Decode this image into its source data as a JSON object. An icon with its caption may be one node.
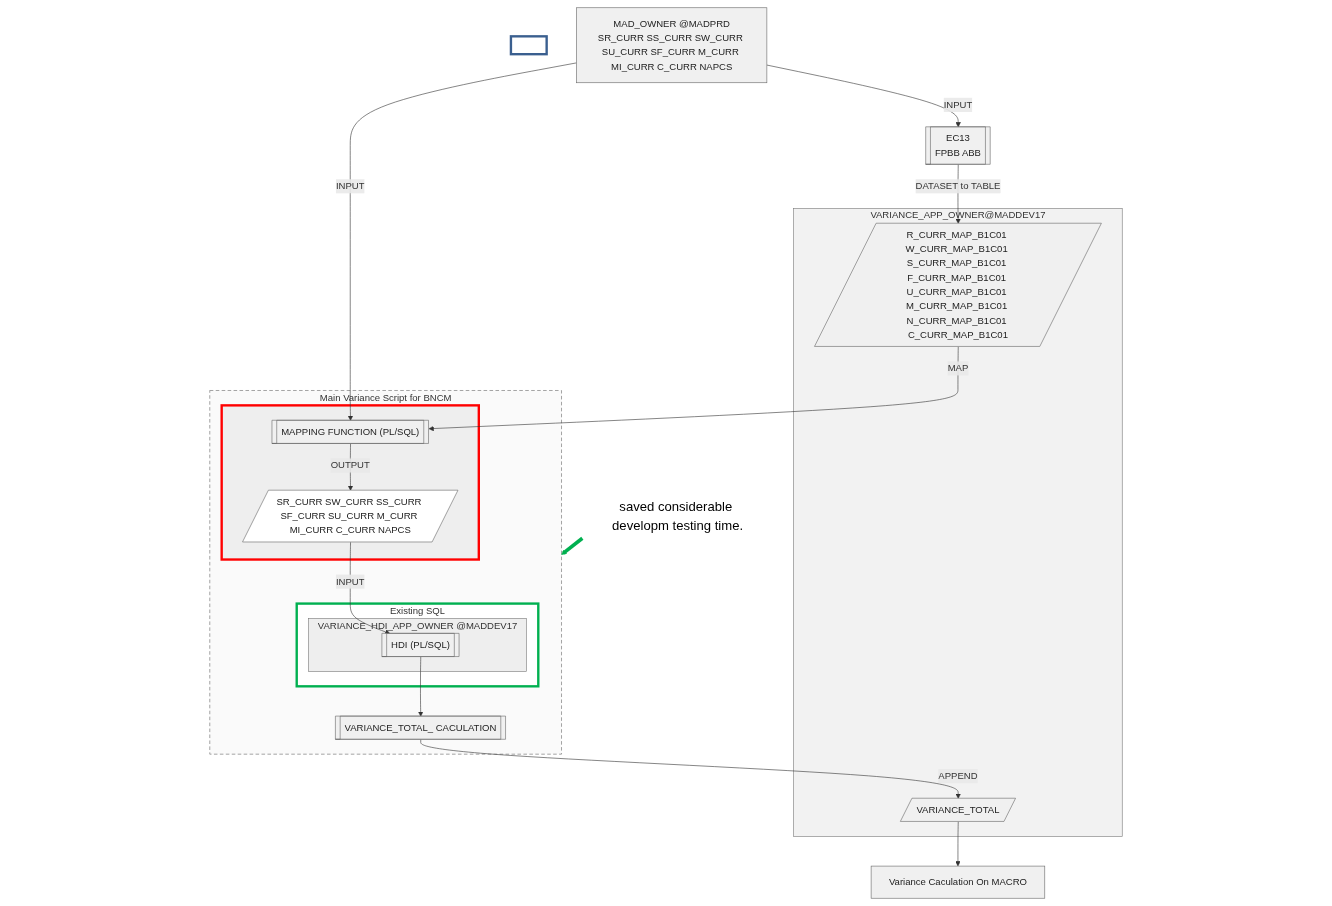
{
  "diagram": {
    "nodes": [
      {
        "text": [
          "saved considerable developm testing time."
        ]
      },
      {
        "text": [],
        "shape": "box"
      },
      {
        "text": [
          "MAD_OWNER @MADPRD",
          "SR_CURR SS_CURR SW_CURR SU_CURR SF_CURR M_CURR MI_CURR C_CURR NAPCS"
        ]
      },
      {
        "text": [
          "EC13",
          "FPBB ABB"
        ]
      },
      {
        "text": [
          "VARIANCE_APP_OWNER@MADDEV17"
        ]
      },
      {
        "text": [
          "R_CURR_MAP_B1C01 W_CURR_MAP_B1C01 S_CURR_MAP_B1C01 F_CURR_MAP_B1C01 U_CURR_MAP_B1C01 M_CURR_MAP_B1C01 N_CURR_MAP_B1C01 C_CURR_MAP_B1C01"
        ],
        "in": 4
      },
      {
        "text": [
          "VARIANCE_TOTAL"
        ],
        "in": 4
      },
      {
        "text": [
          "Main Variance Script for BNCM"
        ]
      },
      {
        "text": [],
        "shape": "box",
        "in": 7
      },
      {
        "text": [
          "MAPPING FUNCTION (PL/SQL)"
        ],
        "in": 8
      },
      {
        "text": [
          "SR_CURR SW_CURR SS_CURR SF_CURR SU_CURR M_CURR MI_CURR C_CURR NAPCS"
        ],
        "in": 8
      },
      {
        "text": [
          "Existing SQL"
        ],
        "in": 7
      },
      {
        "text": [
          "VARIANCE_HDI_APP_OWNER @MADDEV17"
        ],
        "in": 11
      },
      {
        "text": [
          "HDI (PL/SQL)"
        ],
        "in": 12
      },
      {
        "text": [
          "VARIANCE_TOTAL_ CACULATION"
        ],
        "in": 7
      },
      {
        "text": [
          "Variance Caculation On MACRO"
        ]
      }
    ],
    "edges": [
      {
        "from": 0,
        "to": 7,
        "arrow": "to",
        "style": "thick",
        "color": "#00b050"
      },
      {
        "from": 2,
        "to": 3,
        "arrow": "to",
        "label": "INPUT"
      },
      {
        "from": 3,
        "to": 5,
        "arrow": "to",
        "label": "DATASET to TABLE"
      },
      {
        "from": 2,
        "to": 9,
        "arrow": "to",
        "label": "INPUT"
      },
      {
        "from": 5,
        "to": 9,
        "arrow": "to",
        "label": "MAP"
      },
      {
        "from": 9,
        "to": 10,
        "arrow": "to",
        "label": "OUTPUT"
      },
      {
        "from": 10,
        "to": 13,
        "arrow": "to",
        "label": "INPUT"
      },
      {
        "from": 13,
        "to": 14,
        "arrow": "to"
      },
      {
        "from": 14,
        "to": 6,
        "arrow": "to",
        "label": "APPEND"
      },
      {
        "from": 6,
        "to": 15,
        "arrow": "to"
      }
    ]
  }
}
